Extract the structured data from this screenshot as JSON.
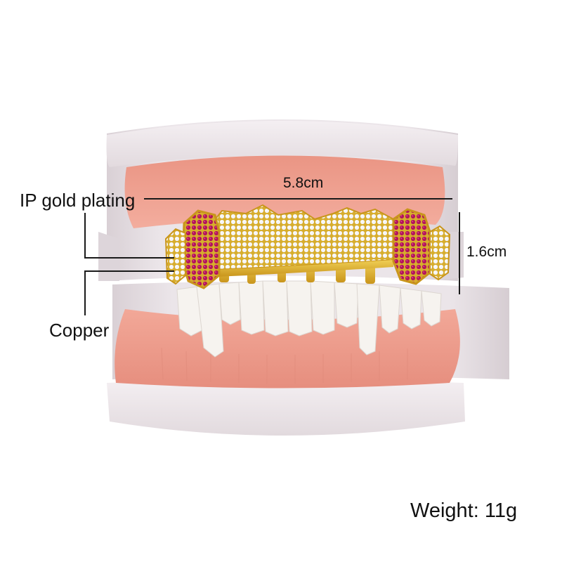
{
  "product": {
    "subject": "gold grillz on dental model",
    "colors": {
      "background": "#ffffff",
      "model_base": "#ece6ea",
      "gum": "#f0a394",
      "gum_shadow": "#e38a7c",
      "teeth": "#f6f3ef",
      "gold": "#e2b734",
      "gold_dark": "#b88a18",
      "crystal": "#f4f3f6",
      "ruby": "#b5155e",
      "annotation_ink": "#1a1a1a"
    }
  },
  "annotations": {
    "material_top": "IP gold plating",
    "material_bottom": "Copper",
    "width": "5.8cm",
    "height": "1.6cm",
    "weight": "Weight: 11g"
  }
}
